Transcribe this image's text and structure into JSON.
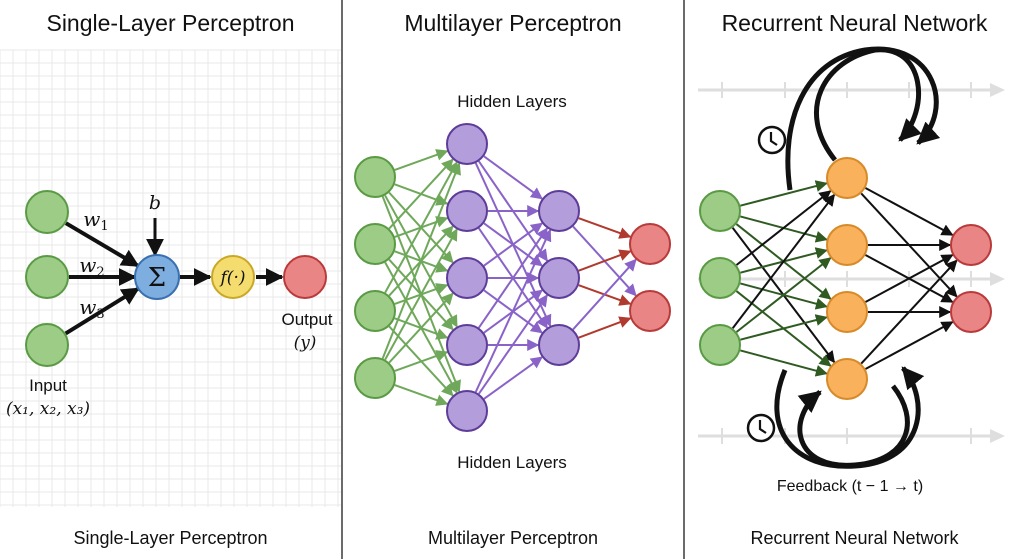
{
  "panels": [
    {
      "title": "Single-Layer Perceptron",
      "caption": "Single-Layer Perceptron",
      "background": "grid",
      "weights": [
        "w1",
        "w2",
        "w3"
      ],
      "weight_labels": [
        {
          "base": "w",
          "sub": "1"
        },
        {
          "base": "w",
          "sub": "2"
        },
        {
          "base": "w",
          "sub": "3"
        }
      ],
      "bias_label": "b",
      "sum_symbol": "Σ",
      "activation_label": "f(·)",
      "input_label": "Input",
      "input_vars": "(x₁, x₂, x₃)",
      "output_label": "Output",
      "output_var": "(y)",
      "input_count": 3
    },
    {
      "title": "Multilayer Perceptron",
      "caption": "Multilayer Perceptron",
      "top_label": "Hidden Layers",
      "bottom_label": "Hidden Layers",
      "layers": [
        4,
        5,
        3,
        2
      ]
    },
    {
      "title": "Recurrent Neural Network",
      "caption": "Recurrent Neural Network",
      "feedback_label": "Feedback (t − 1 → t)",
      "layers": [
        3,
        4,
        2
      ],
      "icons": [
        "clock-icon",
        "clock-icon"
      ]
    }
  ],
  "colors": {
    "input_fill": "#9ccc86",
    "input_stroke": "#5a9a45",
    "sum_fill": "#7eaee0",
    "sum_stroke": "#3a6fb0",
    "act_fill": "#f5dc6e",
    "act_stroke": "#c9a826",
    "output_fill": "#ea8585",
    "output_stroke": "#b93a3a",
    "hidden_fill": "#b39ddb",
    "hidden_stroke": "#5e3c99",
    "rnn_hidden_fill": "#f9b15c",
    "rnn_hidden_stroke": "#d78a2a",
    "mlp_in_edge": "#6fa85a",
    "mlp_hidden_edge": "#8a63c8",
    "mlp_out_edge": "#b03a2e",
    "rnn_in_edge": "#2f5a22",
    "black": "#111111",
    "divider": "#6b6b6b",
    "grid": "#e8e8e8"
  }
}
